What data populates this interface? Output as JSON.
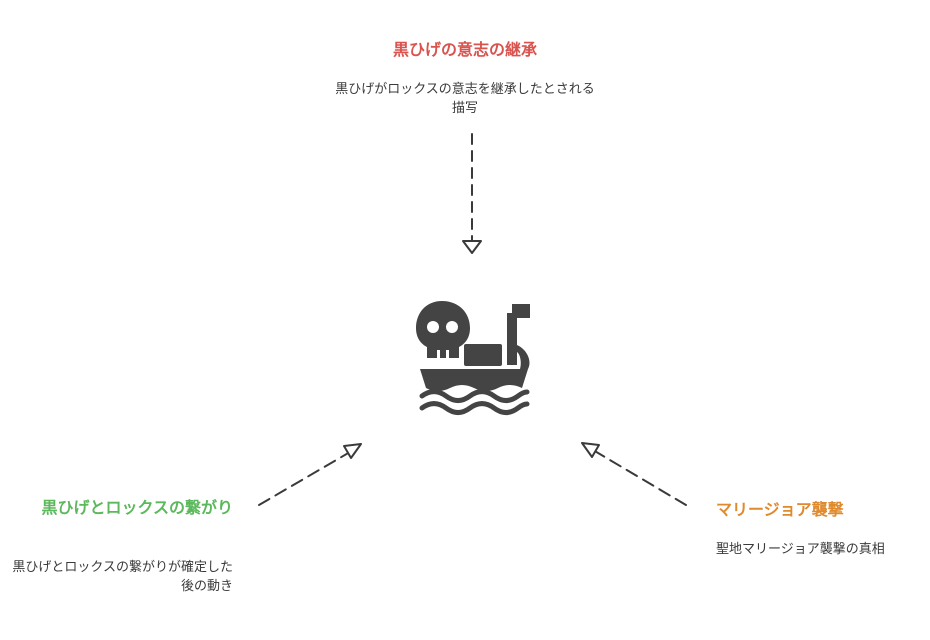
{
  "colors": {
    "top": "#d9534f",
    "left": "#5cb85c",
    "right": "#e08a2e",
    "icon": "#444444",
    "connector": "#3a3a3a"
  },
  "center_icon": "pirate-ship-icon",
  "nodes": {
    "top": {
      "title": "黒ひげの意志の継承",
      "description": "黒ひげがロックスの意志を継承したとされる描写"
    },
    "left": {
      "title": "黒ひげとロックスの繋がり",
      "description": "黒ひげとロックスの繋がりが確定した後の動き"
    },
    "right": {
      "title": "マリージョア襲撃",
      "description": "聖地マリージョア襲撃の真相"
    }
  }
}
